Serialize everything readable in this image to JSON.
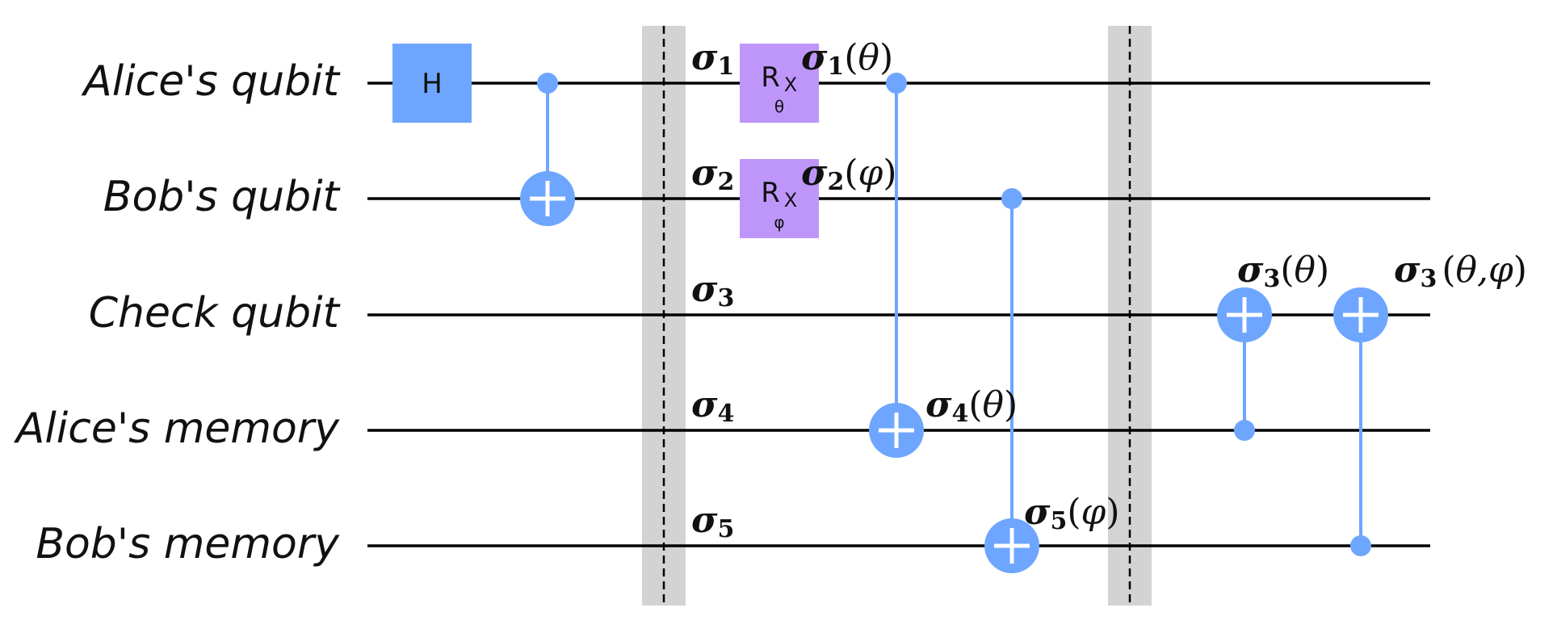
{
  "qubits": [
    "Alice's qubit",
    "Bob's qubit",
    "Check qubit",
    "Alice's memory",
    "Bob's memory"
  ],
  "gates": {
    "h": {
      "label": "H",
      "color": "#6ea6ff"
    },
    "rx_alice": {
      "label": "R",
      "sub": "X",
      "param": "θ",
      "color": "#be96fa"
    },
    "rx_bob": {
      "label": "R",
      "sub": "X",
      "param": "φ",
      "color": "#be96fa"
    }
  },
  "colors": {
    "control": "#6ea6ff",
    "barrier": "#d3d3d3",
    "wire": "#000000"
  },
  "stage_labels": [
    {
      "sym": "σ",
      "sub": "1"
    },
    {
      "sym": "σ",
      "sub": "2"
    },
    {
      "sym": "σ",
      "sub": "3"
    },
    {
      "sym": "σ",
      "sub": "4"
    },
    {
      "sym": "σ",
      "sub": "5"
    }
  ],
  "param_labels": [
    {
      "sym": "σ",
      "sub": "1",
      "arg": "θ"
    },
    {
      "sym": "σ",
      "sub": "2",
      "arg": "φ"
    },
    {
      "sym": "σ",
      "sub": "4",
      "arg": "θ"
    },
    {
      "sym": "σ",
      "sub": "5",
      "arg": "φ"
    },
    {
      "sym": "σ",
      "sub": "3",
      "arg": "θ"
    },
    {
      "sym": "σ",
      "sub": "3",
      "arg": "θ,φ"
    }
  ]
}
